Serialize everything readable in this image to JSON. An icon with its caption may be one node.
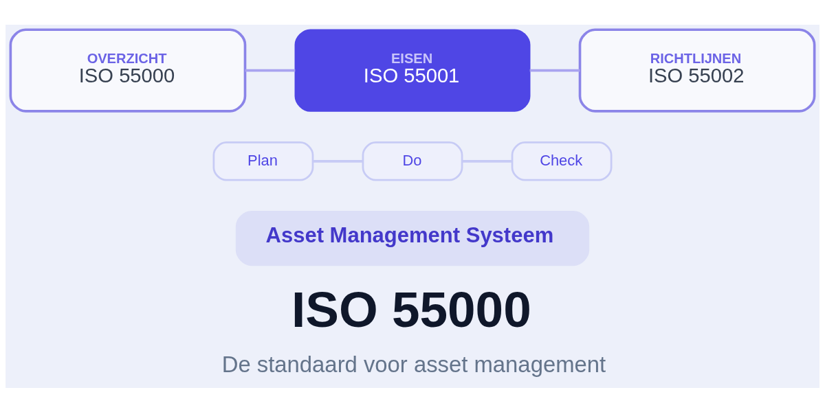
{
  "diagram": {
    "title": "ISO 55000",
    "caption": "De standaard voor asset management",
    "nodes": [
      {
        "text": [
          "OVERZICHT",
          "ISO 55000"
        ]
      },
      {
        "text": [
          "EISEN",
          "ISO 55001"
        ]
      },
      {
        "text": [
          "RICHTLIJNEN",
          "ISO 55002"
        ]
      },
      {
        "text": [
          "Plan"
        ]
      },
      {
        "text": [
          "Do"
        ]
      },
      {
        "text": [
          "Check"
        ]
      },
      {
        "text": [
          "Asset Management Systeem"
        ]
      }
    ],
    "edges": [
      {
        "from": 0,
        "to": 1,
        "arrow": "none"
      },
      {
        "from": 1,
        "to": 2,
        "arrow": "none"
      },
      {
        "from": 3,
        "to": 4,
        "arrow": "none",
        "color": "#c7cbf5"
      },
      {
        "from": 4,
        "to": 5,
        "arrow": "none",
        "color": "#c7cbf5"
      }
    ]
  }
}
